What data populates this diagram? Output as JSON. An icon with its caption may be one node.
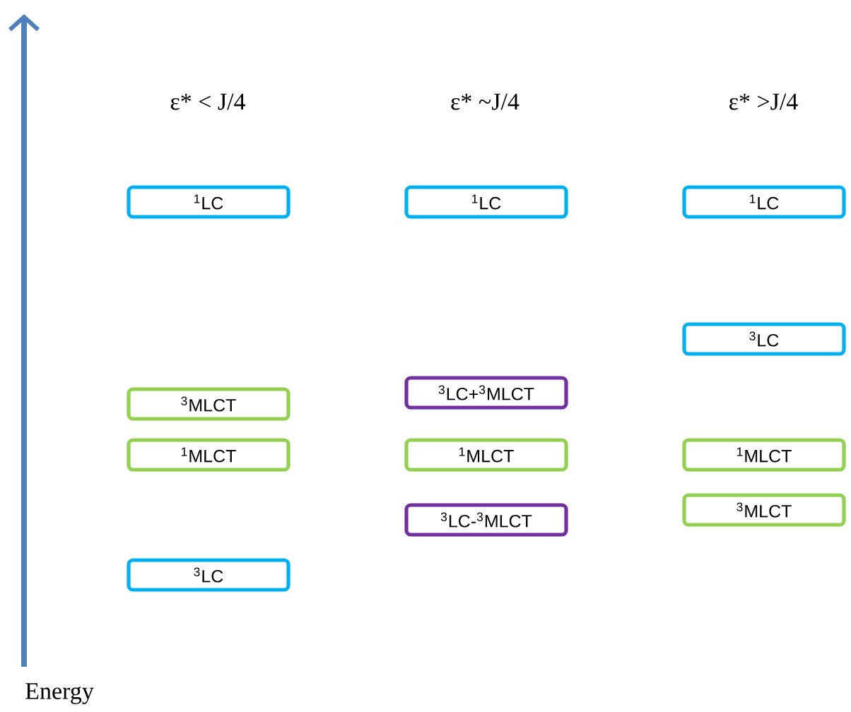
{
  "diagram": {
    "nodes": [
      {
        "text": [
          "$^{1}$LC"
        ]
      },
      {
        "text": [
          "$^{1}$LC"
        ]
      },
      {
        "text": [
          "$^{1}$LC"
        ]
      },
      {
        "text": [
          "$^{3}$LC"
        ]
      },
      {
        "text": [
          "$^{3}$LC+$^{3}$MLCT"
        ]
      },
      {
        "text": [
          "$^{3}$MLCT"
        ]
      },
      {
        "text": [
          "$^{1}$MLCT"
        ]
      },
      {
        "text": [
          "$^{1}$MLCT"
        ]
      },
      {
        "text": [
          "$^{1}$MLCT"
        ]
      },
      {
        "text": [
          "$^{3}$MLCT"
        ]
      },
      {
        "text": [
          "$^{3}$LC-$^{3}$MLCT"
        ]
      },
      {
        "text": [
          "$^{3}$LC"
        ]
      }
    ],
    "labels": [
      "ε* < J/4",
      "ε* ~J/4",
      "ε* >J/4",
      "Energy"
    ]
  }
}
